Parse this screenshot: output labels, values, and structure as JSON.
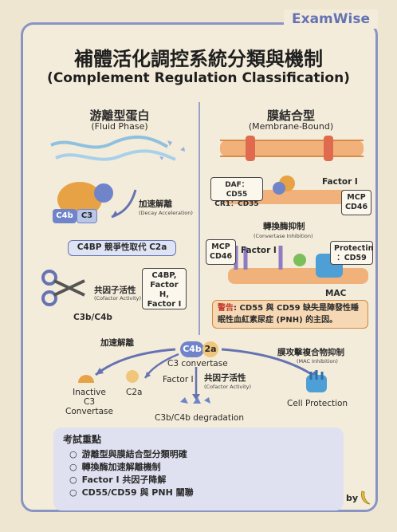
{
  "brand": "ExamWise",
  "title_zh": "補體活化調控系統分類與機制",
  "title_en": "(Complement Regulation Classification)",
  "left": {
    "heading_zh": "游離型蛋白",
    "heading_en": "(Fluid Phase)",
    "c4b": "C4b",
    "c3": "C3",
    "decay_zh": "加速解離",
    "decay_en": "(Decay Acceleration)",
    "c4bp_box": "C4BP 競爭性取代 C2a",
    "cofactor_zh": "共因子活性",
    "cofactor_en": "(Cofactor Activity)",
    "cofactor_box": [
      "C4BP,",
      "Factor H,",
      "Factor I"
    ],
    "c3b_c4b": "C3b/C4b"
  },
  "right": {
    "heading_zh": "膜結合型",
    "heading_en": "(Membrane-Bound)",
    "daf_box": [
      "DAF：CD55",
      "CR1：CD35"
    ],
    "factor_i_top": "Factor I",
    "mcp_top_box": [
      "MCP",
      "CD46"
    ],
    "conv_zh": "轉換酶抑制",
    "conv_en": "(Convertase Inhibition)",
    "mcp_bottom_box": [
      "MCP",
      "CD46"
    ],
    "factor_i_mid": "Factor I",
    "protectin_box": [
      "Protectin",
      "：CD59"
    ],
    "mac": "MAC",
    "warning_label": "警告",
    "warning_text": ": CD55 與 CD59 缺失是陣發性睡眠性血紅素尿症 (PNH) 的主因。"
  },
  "bottom": {
    "c4b": "C4b",
    "c2a": "2a",
    "c3_convertase": "C3 convertase",
    "decay_zh": "加速解離",
    "inactive_line1": "Inactive",
    "inactive_line2": "C3 Convertase",
    "c2a_label": "C2a",
    "factor_i": "Factor I",
    "cofactor_zh": "共因子活性",
    "cofactor_en": "(Cofactor Activity)",
    "degradation": "C3b/C4b degradation",
    "mac_inhib_zh": "膜攻擊複合物抑制",
    "mac_inhib_en": "(MAC Inhibition)",
    "cell_protection": "Cell Protection"
  },
  "exam": {
    "title": "考試重點",
    "items": [
      "游離型與膜結合型分類明確",
      "轉換酶加速解離機制",
      "Factor I 共因子降解",
      "CD55/CD59 與 PNH 關聯"
    ]
  },
  "by": "by",
  "colors": {
    "frame": "#8a94c4",
    "c4b": "#6f84c9",
    "c3": "#e6a245",
    "membrane": "#f0b27a",
    "mac": "#4d9fd6",
    "warning": "#c0392b"
  }
}
